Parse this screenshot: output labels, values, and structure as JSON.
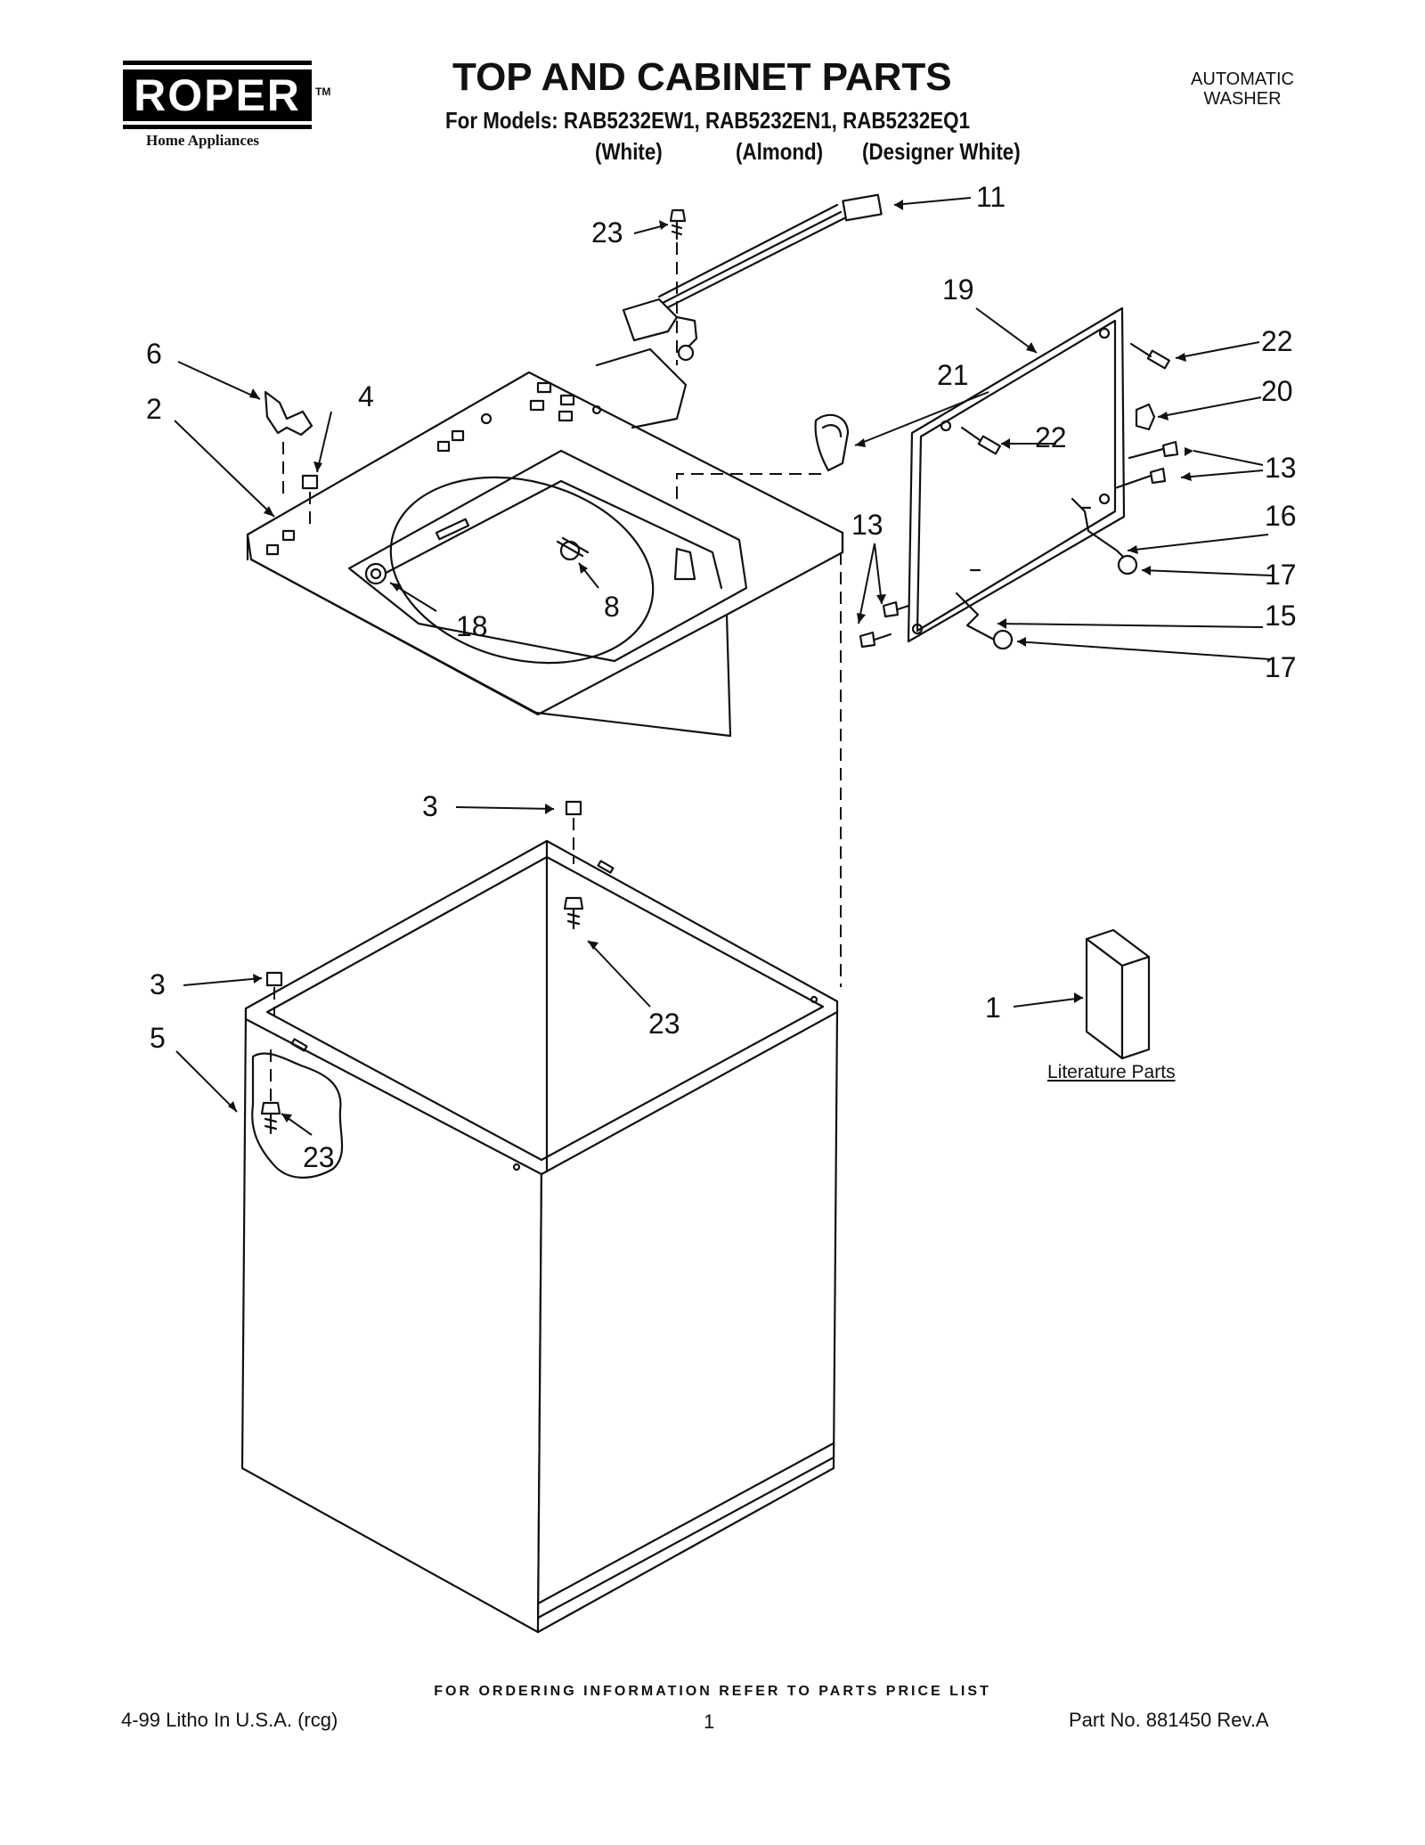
{
  "brand": {
    "logo_text": "ROPER",
    "trademark": "TM",
    "tagline": "Home Appliances"
  },
  "header": {
    "title": "TOP AND CABINET PARTS",
    "models_line": "For Models: RAB5232EW1, RAB5232EN1, RAB5232EQ1",
    "variants": [
      "(White)",
      "(Almond)",
      "(Designer White)"
    ],
    "machine_type_line1": "AUTOMATIC",
    "machine_type_line2": "WASHER"
  },
  "diagram": {
    "callouts": {
      "c23_top": "23",
      "c11": "11",
      "c19": "19",
      "c6": "6",
      "c4": "4",
      "c2": "2",
      "c21": "21",
      "c22_top": "22",
      "c20": "20",
      "c22_mid": "22",
      "c13_right": "13",
      "c16": "16",
      "c13_left": "13",
      "c17_top": "17",
      "c15": "15",
      "c17_bottom": "17",
      "c8": "8",
      "c18": "18",
      "c3_top": "3",
      "c3_left": "3",
      "c5": "5",
      "c23_mid": "23",
      "c23_cabinet": "23",
      "c1": "1"
    },
    "literature_label": "Literature Parts"
  },
  "footer": {
    "ordering_note": "FOR ORDERING INFORMATION REFER TO PARTS PRICE LIST",
    "litho": "4-99 Litho In U.S.A. (rcg)",
    "page_number": "1",
    "part_number": "Part No. 881450 Rev.A"
  }
}
